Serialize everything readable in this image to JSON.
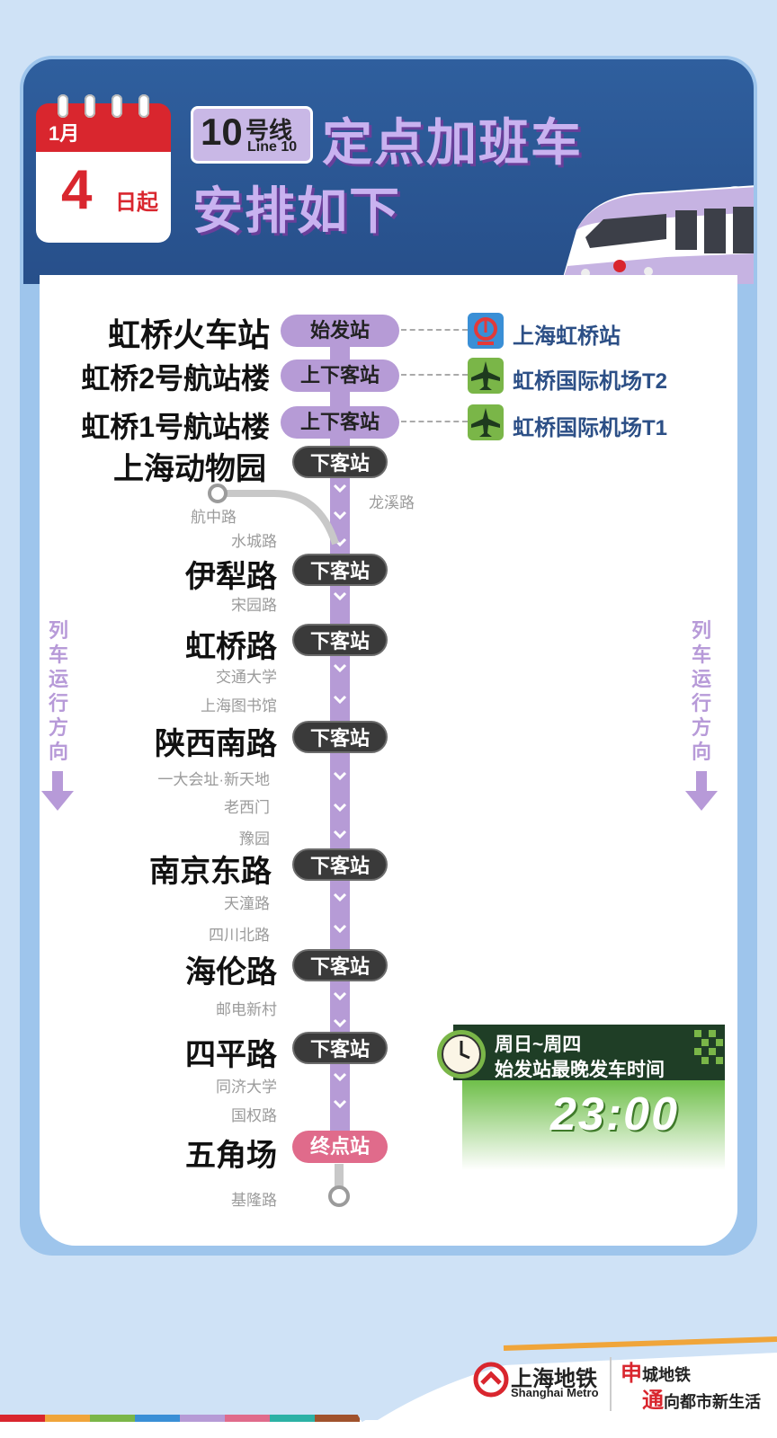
{
  "calendar": {
    "month": "1月",
    "day": "4",
    "suffix": "日起"
  },
  "line_badge": {
    "number": "10",
    "hao": "号线",
    "english": "Line 10"
  },
  "title": {
    "line1": "定点加班车",
    "line2": "安排如下"
  },
  "stations": [
    {
      "name": "虹桥火车站",
      "tag": "始发站",
      "style": "purple"
    },
    {
      "name": "虹桥2号航站楼",
      "tag": "上下客站",
      "style": "purple"
    },
    {
      "name": "虹桥1号航站楼",
      "tag": "上下客站",
      "style": "purple"
    },
    {
      "name": "上海动物园",
      "tag": "下客站",
      "style": "dark"
    },
    {
      "name": "伊犁路",
      "tag": "下客站",
      "style": "dark"
    },
    {
      "name": "虹桥路",
      "tag": "下客站",
      "style": "dark"
    },
    {
      "name": "陕西南路",
      "tag": "下客站",
      "style": "dark"
    },
    {
      "name": "南京东路",
      "tag": "下客站",
      "style": "dark"
    },
    {
      "name": "海伦路",
      "tag": "下客站",
      "style": "dark"
    },
    {
      "name": "四平路",
      "tag": "下客站",
      "style": "dark"
    },
    {
      "name": "五角场",
      "tag": "终点站",
      "style": "pink"
    }
  ],
  "intermediate_stations": [
    "龙溪路",
    "航中路",
    "水城路",
    "宋园路",
    "交通大学",
    "上海图书馆",
    "一大会址·新天地",
    "老西门",
    "豫园",
    "天潼路",
    "四川北路",
    "邮电新村",
    "同济大学",
    "国权路",
    "基隆路"
  ],
  "connections": [
    {
      "label": "上海虹桥站",
      "icon": "railway-icon"
    },
    {
      "label": "虹桥国际机场T2",
      "icon": "airplane-icon"
    },
    {
      "label": "虹桥国际机场T1",
      "icon": "airplane-icon"
    }
  ],
  "direction_text": [
    "列",
    "车",
    "运",
    "行",
    "方",
    "向"
  ],
  "schedule": {
    "days": "周日~周四",
    "label": "始发站最晚发车时间",
    "time": "23:00"
  },
  "footer": {
    "brand_cn": "上海地铁",
    "brand_en": "Shanghai Metro",
    "slogan1_big": "申",
    "slogan1": "城地铁",
    "slogan2_big": "通",
    "slogan2": "向都市新生活"
  },
  "colors": {
    "line10": "#b69bd6",
    "header": "#2f5f9e",
    "dark_pill": "#3a3a3a",
    "terminal_pill": "#e06b8b",
    "airport_green": "#7ab648"
  }
}
